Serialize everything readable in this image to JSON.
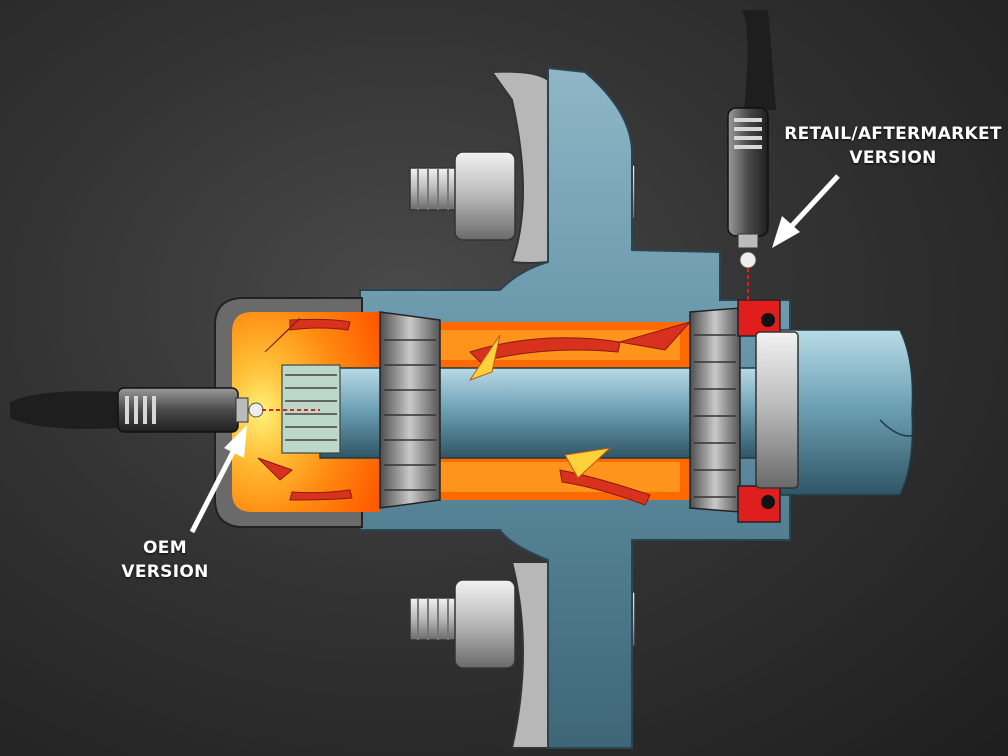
{
  "labels": {
    "retail_line1": "RETAIL/AFTERMARKET",
    "retail_line2": "VERSION",
    "oem_line1": "OEM",
    "oem_line2": "VERSION"
  },
  "colors": {
    "background": "#333333",
    "housing": "#5f8ea3",
    "heat_core": "#ff7a00",
    "heat_glow": "#ffd23a",
    "arrow_flow": "#d8321e",
    "sensor_body": "#5a5a5a",
    "axle": "#7fb0c4"
  }
}
